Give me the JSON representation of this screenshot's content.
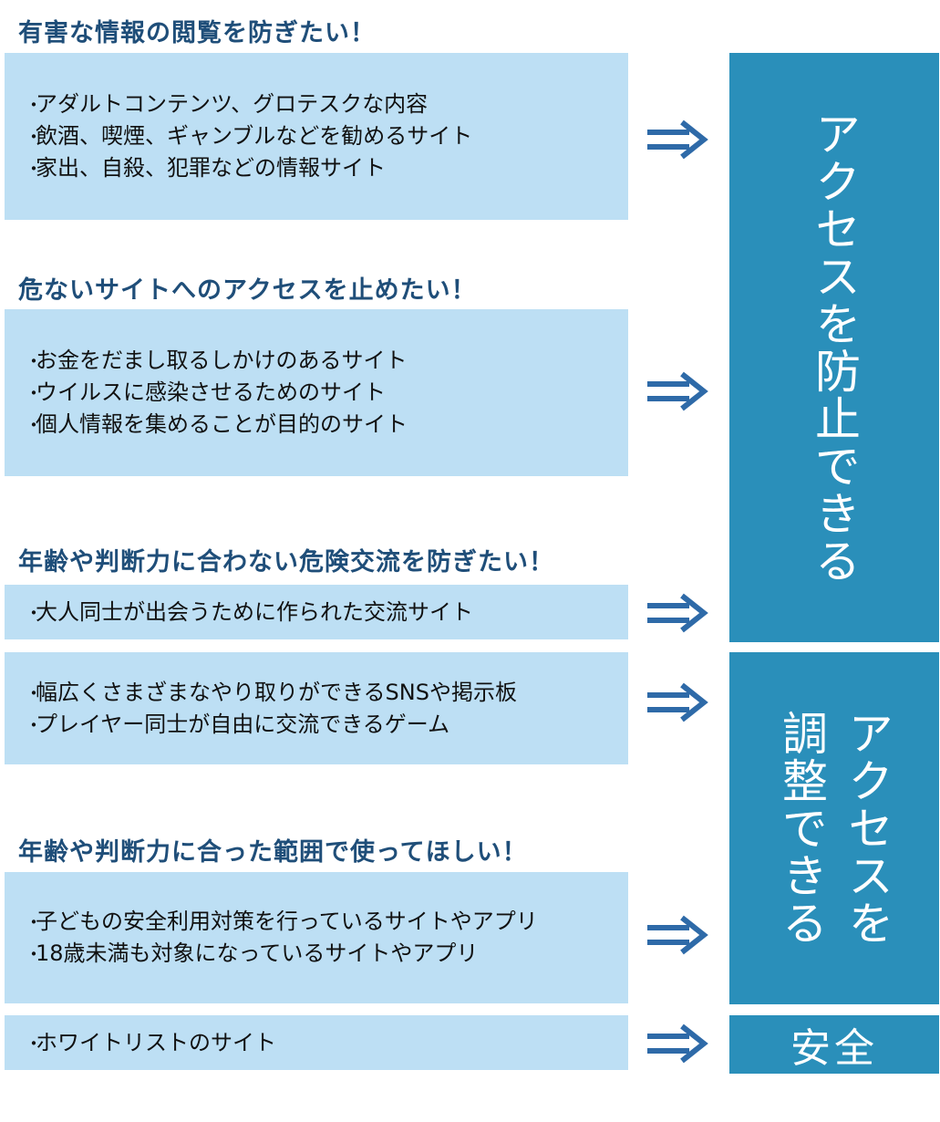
{
  "sections": [
    {
      "heading": "有害な情報の閲覧を防ぎたい！",
      "items": [
        "アダルトコンテンツ、グロテスクな内容",
        "飲酒、喫煙、ギャンブルなどを勧めるサイト",
        "家出、自殺、犯罪などの情報サイト"
      ]
    },
    {
      "heading": "危ないサイトへのアクセスを止めたい！",
      "items": [
        "お金をだまし取るしかけのあるサイト",
        "ウイルスに感染させるためのサイト",
        "個人情報を集めることが目的のサイト"
      ]
    },
    {
      "heading": "年齢や判断力に合わない危険交流を防ぎたい！",
      "items": [
        "大人同士が出会うために作られた交流サイト"
      ]
    },
    {
      "heading": "",
      "items": [
        "幅広くさまざまなやり取りができるSNSや掲示板",
        "プレイヤー同士が自由に交流できるゲーム"
      ]
    },
    {
      "heading": "年齢や判断力に合った範囲で使ってほしい！",
      "items": [
        "子どもの安全利用対策を行っているサイトやアプリ",
        "18歳未満も対象になっているサイトやアプリ"
      ]
    },
    {
      "heading": "",
      "items": [
        "ホワイトリストのサイト"
      ]
    }
  ],
  "arrow_symbol": "⇒",
  "results": {
    "block": "アクセスを防止できる",
    "adjust_line1": "アクセスを",
    "adjust_line2": "調整できる",
    "safe": "安全"
  },
  "colors": {
    "heading": "#1f4e79",
    "box": "#bddff4",
    "arrow": "#2e6aa8",
    "result": "#2a8fba"
  }
}
